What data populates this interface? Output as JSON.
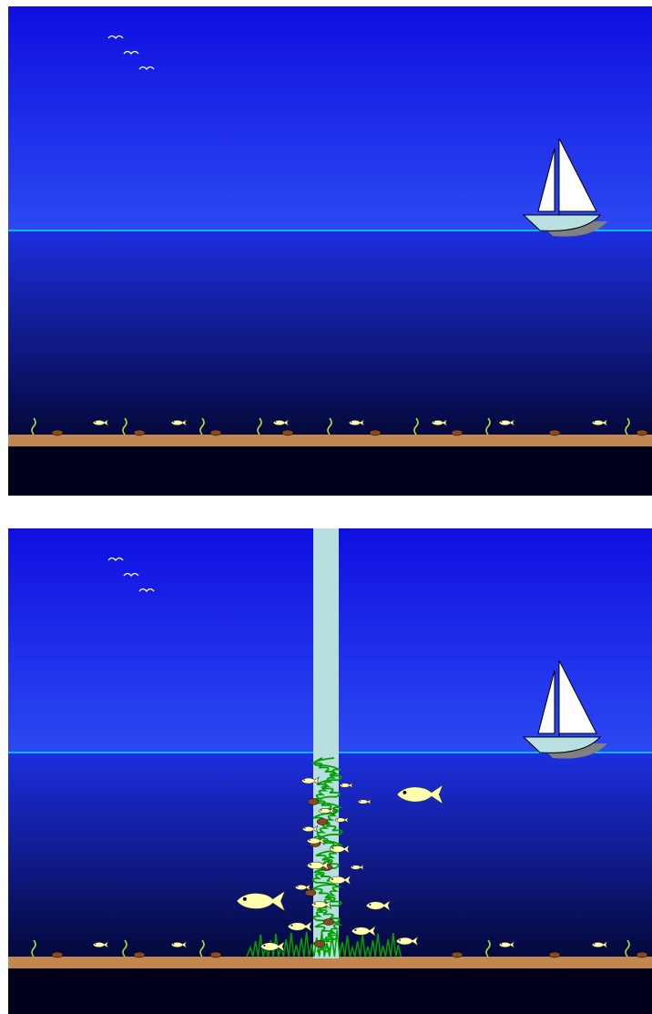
{
  "colors": {
    "sky_top": "#0f0fe0",
    "sky_bottom": "#2c49f2",
    "water_top": "#1c2ee0",
    "water_bottom": "#04083a",
    "waterline": "#00e5ff",
    "seabed": "#c08850",
    "deep": "#00001a",
    "light_beam": "#b8dfe0",
    "fish": "#ffffb0",
    "kelp": "#00a000",
    "rock": "#8a4a20",
    "seaweed": "#a8d840",
    "boat_hull": "#b8e0e0",
    "boat_shadow": "#808080",
    "sail": "#ffffff",
    "bird": "#ffffff"
  },
  "panels": [
    {
      "id": "before",
      "has_reef": false
    },
    {
      "id": "after",
      "has_reef": true
    }
  ],
  "icons": [
    "bird-icon",
    "sailboat-icon",
    "fish-icon",
    "rock-icon",
    "seaweed-icon",
    "light-beam",
    "kelp-column"
  ]
}
